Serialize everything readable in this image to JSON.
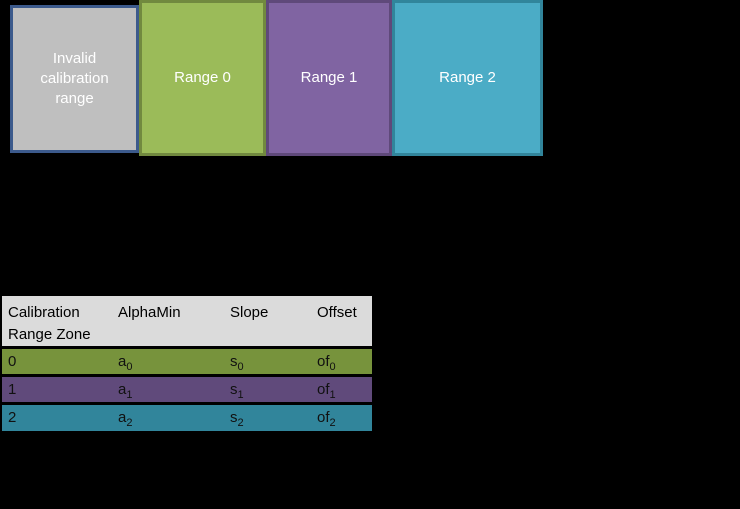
{
  "diagram": {
    "blocks": [
      {
        "label": "Invalid calibration range",
        "fill": "#BFBFBF",
        "border": "#3C5A8C",
        "text_color": "#FFFFFF"
      },
      {
        "label": "Range 0",
        "fill": "#9BBB59",
        "border": "#71893F",
        "text_color": "#FFFFFF"
      },
      {
        "label": "Range 1",
        "fill": "#8064A2",
        "border": "#5F497A",
        "text_color": "#FFFFFF"
      },
      {
        "label": "Range 2",
        "fill": "#4BACC6",
        "border": "#31859B",
        "text_color": "#FFFFFF"
      }
    ]
  },
  "table": {
    "header": {
      "bg": "#DBDBDB",
      "col0": "Calibration Range Zone",
      "col1": "AlphaMin",
      "col2": "Slope",
      "col3": "Offset"
    },
    "rows": [
      {
        "bg": "#77933C",
        "zone": "0",
        "alphamin": {
          "base": "a",
          "sub": "0"
        },
        "slope": {
          "base": "s",
          "sub": "0"
        },
        "offset": {
          "base": "of",
          "sub": "0"
        }
      },
      {
        "bg": "#604A7B",
        "zone": "1",
        "alphamin": {
          "base": "a",
          "sub": "1"
        },
        "slope": {
          "base": "s",
          "sub": "1"
        },
        "offset": {
          "base": "of",
          "sub": "1"
        }
      },
      {
        "bg": "#31859B",
        "zone": "2",
        "alphamin": {
          "base": "a",
          "sub": "2"
        },
        "slope": {
          "base": "s",
          "sub": "2"
        },
        "offset": {
          "base": "of",
          "sub": "2"
        }
      }
    ]
  },
  "colors": {
    "background": "#000000"
  }
}
